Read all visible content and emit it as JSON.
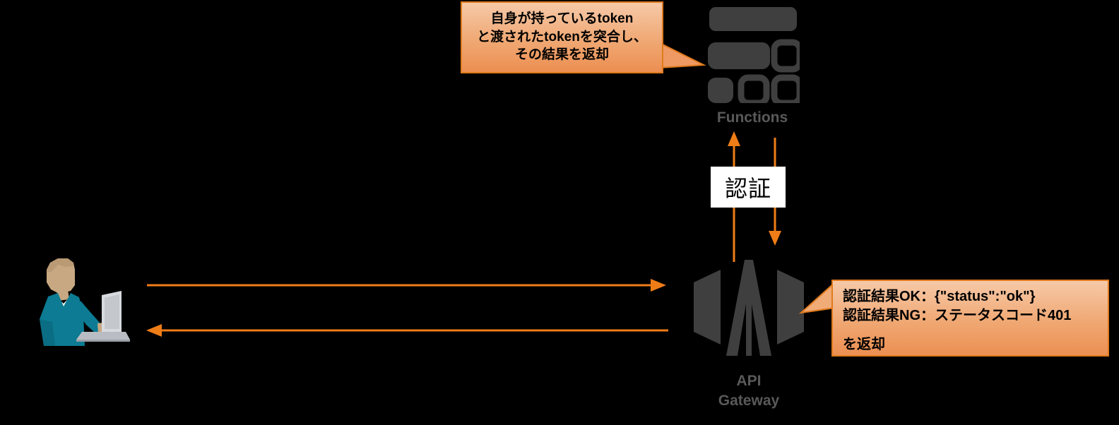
{
  "diagram": {
    "title": "API Gateway token authentication flow",
    "background_color": "#000000",
    "accent_color": "#ef7d17",
    "icon_color": "#3f3f3f",
    "label_color": "#595959"
  },
  "callouts": {
    "functions_note": {
      "lines": [
        "自身が持っているtoken",
        "と渡されたtokenを突合し、",
        "その結果を返却"
      ],
      "points_to": "Functions"
    },
    "gateway_note": {
      "lines": [
        "認証結果OK：{\"status\":\"ok\"}",
        "認証結果NG：ステータスコード401",
        "",
        "を返却"
      ],
      "points_to": "API Gateway"
    }
  },
  "nodes": {
    "functions": {
      "label": "Functions",
      "icon": "azure-functions-icon"
    },
    "api_gateway": {
      "label_line1": "API",
      "label_line2": "Gateway",
      "icon": "api-gateway-icon"
    },
    "user": {
      "label": "",
      "icon": "person-at-laptop-icon"
    }
  },
  "auth": {
    "label": "認証"
  },
  "flows": [
    {
      "name": "client-request",
      "direction": "right",
      "from": "user",
      "to": "api_gateway"
    },
    {
      "name": "client-response",
      "direction": "left",
      "from": "api_gateway",
      "to": "user"
    },
    {
      "name": "auth-request",
      "direction": "up",
      "from": "api_gateway",
      "to": "functions"
    },
    {
      "name": "auth-response",
      "direction": "down",
      "from": "functions",
      "to": "api_gateway"
    }
  ]
}
